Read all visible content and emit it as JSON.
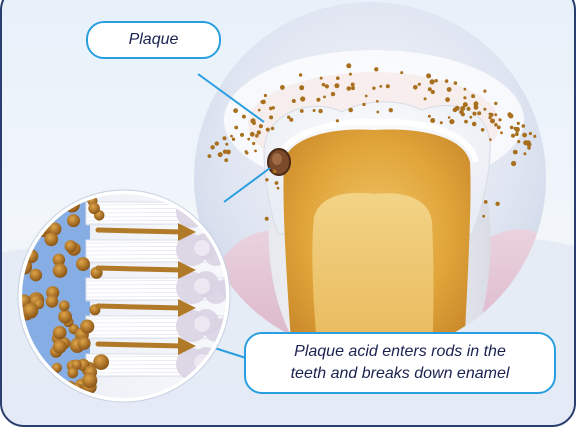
{
  "labels": {
    "plaque": "Plaque",
    "acid_line1": "Plaque acid enters rods in the",
    "acid_line2": "teeth and breaks down enamel"
  },
  "colors": {
    "frame_border": "#2a3f70",
    "callout_border": "#2a9fe0",
    "leader_line": "#2a9fe0",
    "text": "#1a2250",
    "plaque_particle": "#a8701e",
    "arrow": "#b07a28",
    "dentin": "#e3a83a",
    "enamel": "#f7f7f5",
    "gum": "#e8c6d6"
  }
}
